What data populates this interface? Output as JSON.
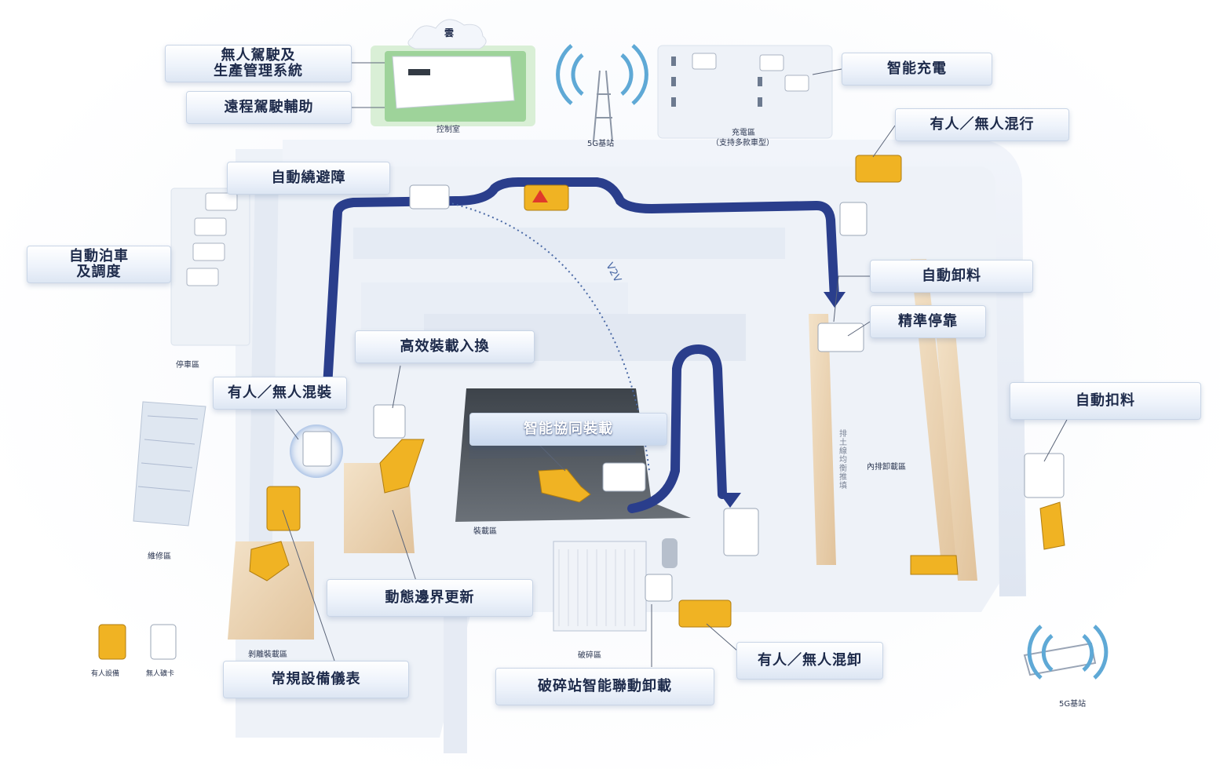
{
  "callouts": {
    "unmanned_system": "無人駕駛及\n生產管理系統",
    "remote_assist": "遠程駕駛輔助",
    "smart_charging": "智能充電",
    "mixed_traffic": "有人／無人混行",
    "auto_avoid": "自動繞避障",
    "auto_parking": "自動泊車\n及調度",
    "auto_unload": "自動卸料",
    "precise_dock": "精準停靠",
    "efficient_load": "高效裝載入換",
    "mixed_load": "有人／無人混裝",
    "smart_coop_load": "智能協同裝載",
    "auto_dump": "自動扣料",
    "dynamic_boundary": "動態邊界更新",
    "regular_instruments": "常規設備儀表",
    "crusher_unload": "破碎站智能聯動卸載",
    "mixed_unload": "有人／無人混卸"
  },
  "labels": {
    "cloud": "雲",
    "control_room": "控制室",
    "base_station_top": "5G基站",
    "charging_area": "充電區",
    "charging_note": "（支持多款車型）",
    "parking_area": "停車區",
    "maintenance_area": "維修區",
    "loading_area": "裝載區",
    "stripping_area": "剝離裝載區",
    "crushing_area": "破碎區",
    "dump_leveling": "排土線均衡推填",
    "inner_dump_area": "內排卸載區",
    "base_station_bottom": "5G基站",
    "v2v": "V2V",
    "legend_manned": "有人設備",
    "legend_unmanned": "無人礦卡"
  },
  "colors": {
    "route": "#2a3e8c",
    "truck_yellow": "#f0b323",
    "road": "#e8edf6",
    "wifi": "#5fa9d6"
  }
}
